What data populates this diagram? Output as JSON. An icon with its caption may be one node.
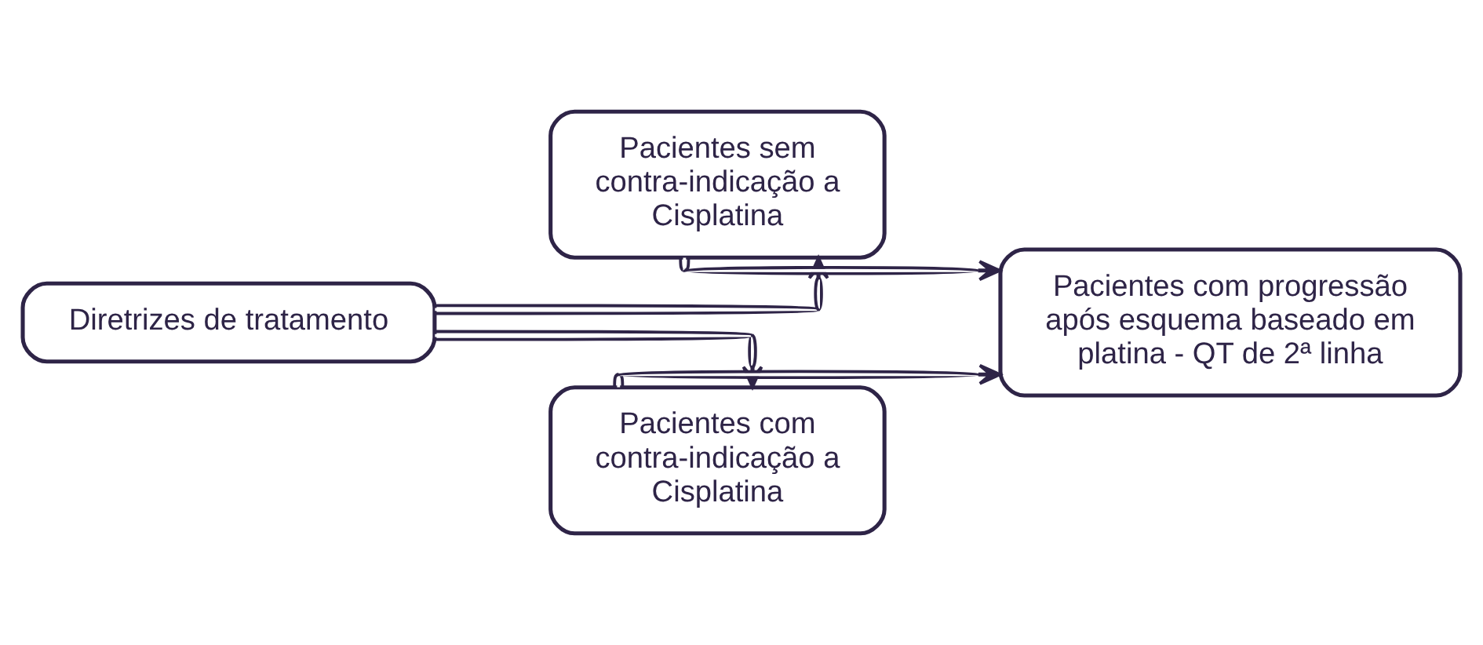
{
  "diagram": {
    "nodes": [
      {
        "text": [
          "Diretrizes de tratamento"
        ]
      },
      {
        "text": [
          "Pacientes sem contra-indicação a Cisplatina"
        ]
      },
      {
        "text": [
          "Pacientes com contra-indicação a Cisplatina"
        ]
      },
      {
        "text": [
          "Pacientes com progressão após esquema baseado em platina - QT de 2ª linha"
        ]
      }
    ],
    "edges": [
      {
        "from": 0,
        "to": 1,
        "arrow": "to"
      },
      {
        "from": 0,
        "to": 2,
        "arrow": "to"
      },
      {
        "from": 1,
        "to": 3,
        "arrow": "to"
      },
      {
        "from": 2,
        "to": 3,
        "arrow": "to"
      }
    ]
  }
}
